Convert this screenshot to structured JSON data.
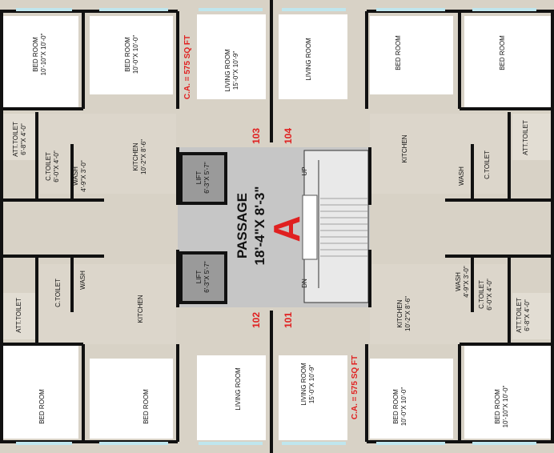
{
  "colors": {
    "floor": "#d8d2c6",
    "room": "#ffffff",
    "passage": "#c6c6c6",
    "lift": "#9a9a9a",
    "wall": "#111111",
    "accent": "#e02020",
    "window": "#bfe6ee"
  },
  "passage": {
    "name": "PASSAGE",
    "size": "18'-4\"X 8'-3\"",
    "letter": "A"
  },
  "units": {
    "u101": "101",
    "u102": "102",
    "u103": "103",
    "u104": "104"
  },
  "carpet_area": {
    "left": "C.A. = 575 SQ FT",
    "right": "C.A. = 575 SQ FT"
  },
  "lift": {
    "name": "LIFT",
    "size": "6'-3\"X 5'-7\""
  },
  "stairs": {
    "up": "UP",
    "down": "DN"
  },
  "rooms": {
    "bed_room": "BED ROOM",
    "living_room": "LIVING ROOM",
    "kitchen": "KITCHEN",
    "att_toilet": "ATT.TOILET",
    "c_toilet": "C.TOILET",
    "wash": "WASH",
    "dim_bed_1": "10'-10\"X 10'-0\"",
    "dim_bed_2": "10'-0\"X 10'-0\"",
    "dim_living": "15'-0\"X 10'-9\"",
    "dim_kitchen": "10'-2\"X 8'-6\"",
    "dim_att_toilet": "6'-8\"X 4'-0\"",
    "dim_c_toilet": "6'-0\"X 4'-0\"",
    "dim_wash": "4'-9\"X 3'-0\""
  }
}
